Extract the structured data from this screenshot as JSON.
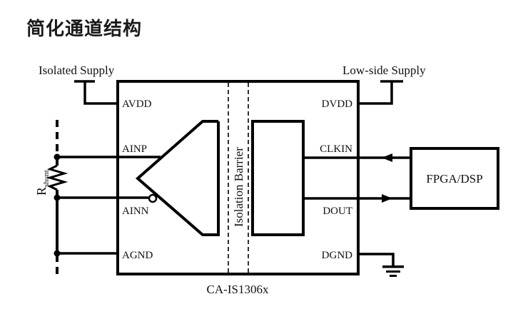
{
  "title": "简化通道结构",
  "diagram": {
    "supplies": {
      "isolated": "Isolated Supply",
      "low_side": "Low-side Supply"
    },
    "pins_left": {
      "avdd": "AVDD",
      "ainp": "AINP",
      "ainn": "AINN",
      "agnd": "AGND"
    },
    "pins_right": {
      "dvdd": "DVDD",
      "clkin": "CLKIN",
      "dout": "DOUT",
      "dgnd": "DGND"
    },
    "barrier_label": "Isolation Barrier",
    "chip_name": "CA-IS1306x",
    "controller": "FPGA/DSP",
    "shunt": {
      "symbol": "R",
      "subscript": "shunt"
    }
  }
}
